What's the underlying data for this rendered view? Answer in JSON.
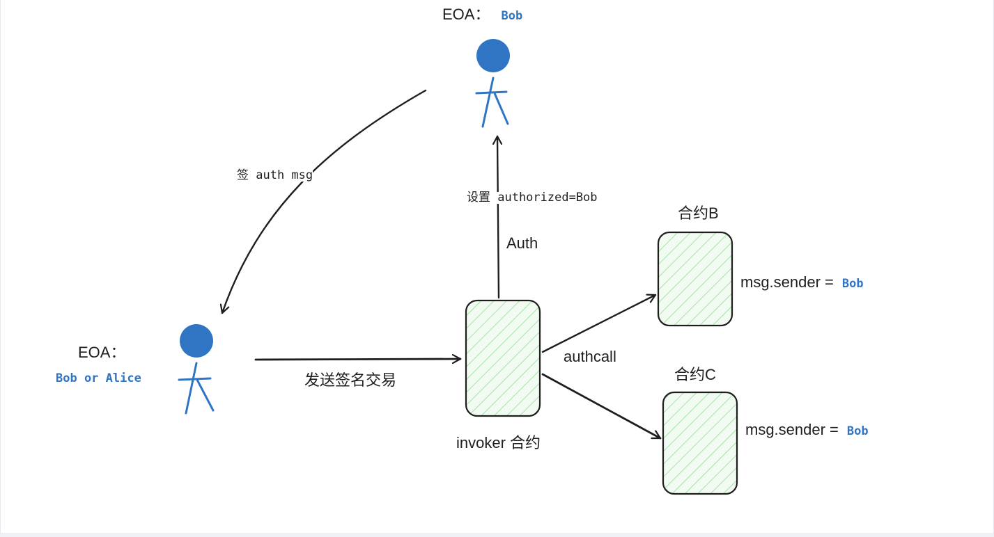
{
  "eoa_top": {
    "prefix": "EOA：",
    "name": "Bob"
  },
  "eoa_left": {
    "prefix": "EOA：",
    "name": "Bob or Alice"
  },
  "edges": {
    "sign_msg": "签 auth msg",
    "set_authorized": "设置 authorized=Bob",
    "auth": "Auth",
    "send_tx": "发送签名交易",
    "authcall": "authcall"
  },
  "contracts": {
    "invoker": "invoker 合约",
    "b": {
      "title": "合约B",
      "sender_label": "msg.sender =",
      "sender_value": "Bob"
    },
    "c": {
      "title": "合约C",
      "sender_label": "msg.sender =",
      "sender_value": "Bob"
    }
  },
  "colors": {
    "actor": "#2f75c4",
    "hatch": "#a6e3a6",
    "box_fill": "#ecfaec",
    "stroke": "#1e1e1e"
  }
}
